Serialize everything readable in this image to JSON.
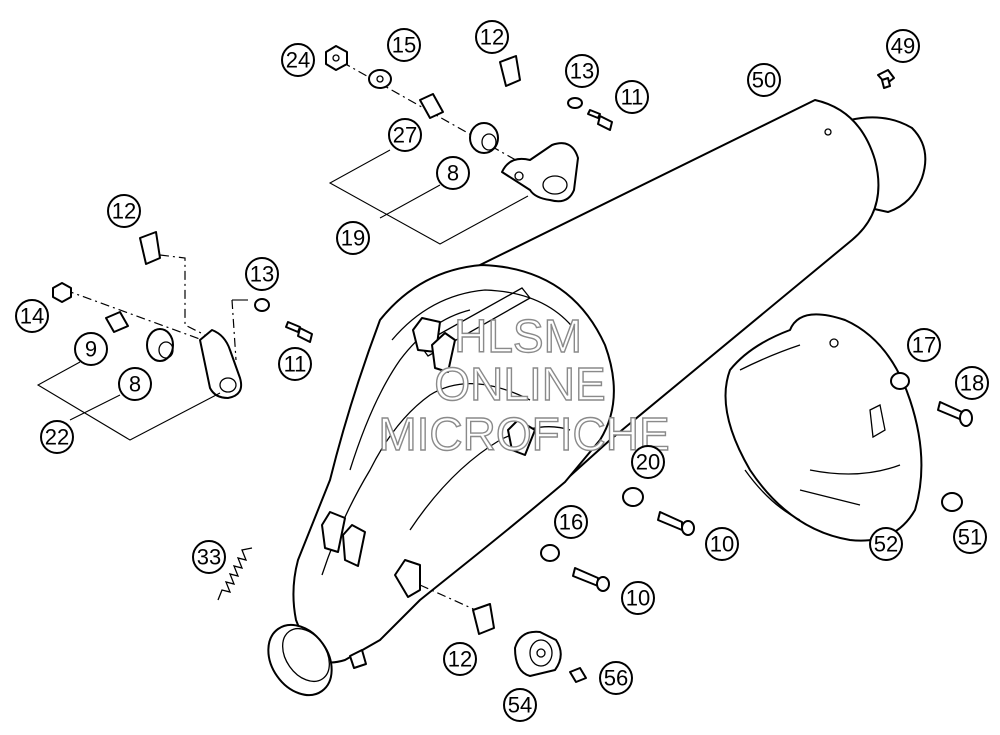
{
  "diagram": {
    "callouts": [
      {
        "id": "c24",
        "label": "24"
      },
      {
        "id": "c15",
        "label": "15"
      },
      {
        "id": "c12a",
        "label": "12"
      },
      {
        "id": "c13a",
        "label": "13"
      },
      {
        "id": "c11a",
        "label": "11"
      },
      {
        "id": "c50",
        "label": "50"
      },
      {
        "id": "c49",
        "label": "49"
      },
      {
        "id": "c27",
        "label": "27"
      },
      {
        "id": "c8a",
        "label": "8"
      },
      {
        "id": "c19",
        "label": "19"
      },
      {
        "id": "c12b",
        "label": "12"
      },
      {
        "id": "c13b",
        "label": "13"
      },
      {
        "id": "c14",
        "label": "14"
      },
      {
        "id": "c9",
        "label": "9"
      },
      {
        "id": "c8b",
        "label": "8"
      },
      {
        "id": "c11b",
        "label": "11"
      },
      {
        "id": "c22",
        "label": "22"
      },
      {
        "id": "c17",
        "label": "17"
      },
      {
        "id": "c18",
        "label": "18"
      },
      {
        "id": "c20",
        "label": "20"
      },
      {
        "id": "c16",
        "label": "16"
      },
      {
        "id": "c10a",
        "label": "10"
      },
      {
        "id": "c10b",
        "label": "10"
      },
      {
        "id": "c52",
        "label": "52"
      },
      {
        "id": "c51",
        "label": "51"
      },
      {
        "id": "c33",
        "label": "33"
      },
      {
        "id": "c12c",
        "label": "12"
      },
      {
        "id": "c56",
        "label": "56"
      },
      {
        "id": "c54",
        "label": "54"
      }
    ],
    "watermark": [
      "HLSM",
      "ONLINE",
      "MICROFICHE"
    ]
  }
}
